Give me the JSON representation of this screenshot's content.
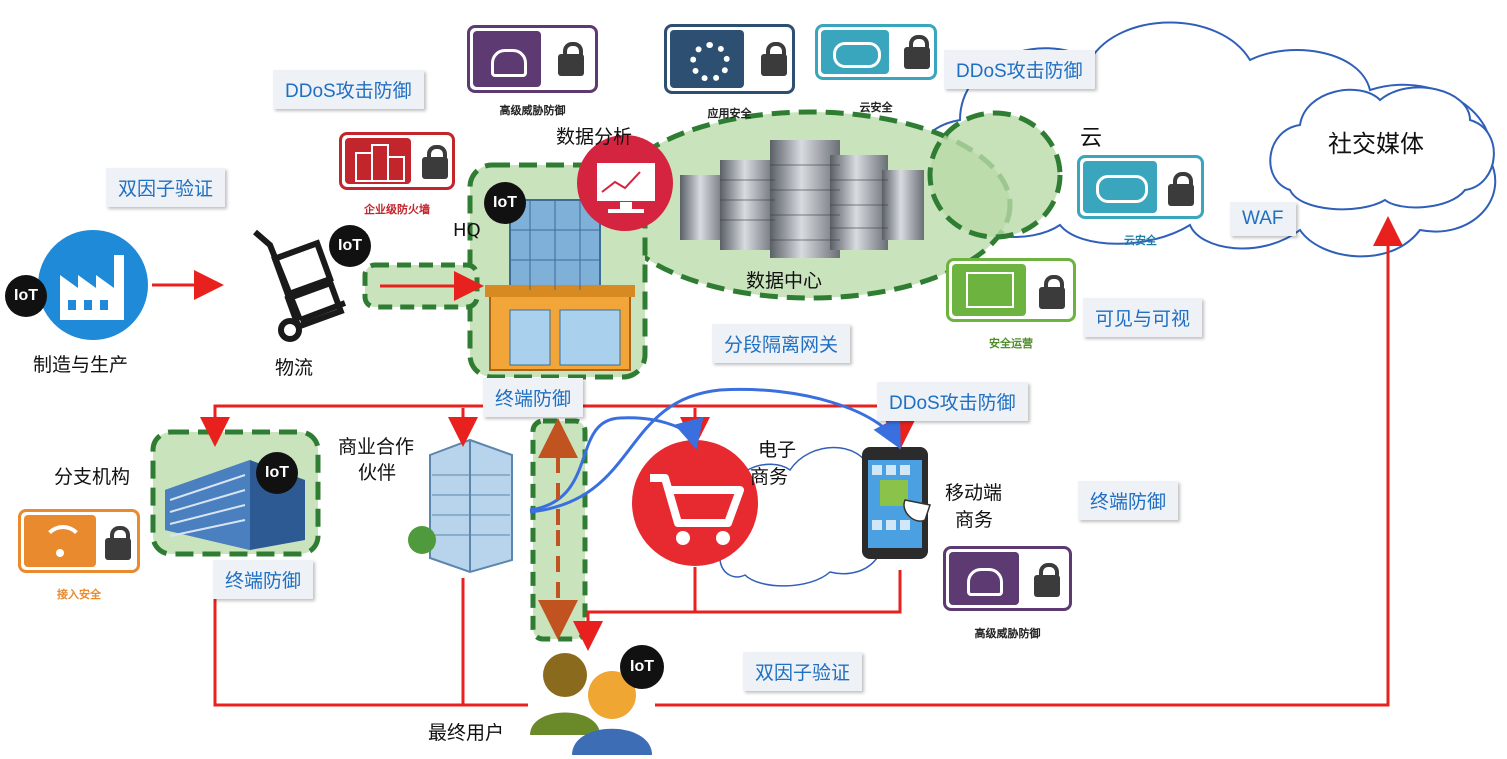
{
  "nodes": {
    "manufacturing": "制造与生产",
    "logistics": "物流",
    "hq": "HQ",
    "data_analysis": "数据分析",
    "data_center": "数据中心",
    "cloud": "云",
    "social_media": "社交媒体",
    "branch": "分支机构",
    "partner_line1": "商业合作",
    "partner_line2": "伙伴",
    "ecommerce_line1": "电子",
    "ecommerce_line2": "商务",
    "mobile_line1": "移动端",
    "mobile_line2": "商务",
    "end_user": "最终用户",
    "iot": "IoT"
  },
  "callouts": {
    "ddos_top": "DDoS攻击防御",
    "ddos_cloud": "DDoS攻击防御",
    "ddos_mobile": "DDoS攻击防御",
    "two_factor_top": "双因子验证",
    "two_factor_bottom": "双因子验证",
    "waf": "WAF",
    "visibility": "可见与可视",
    "segmentation": "分段隔离网关",
    "endpoint_hq": "终端防御",
    "endpoint_branch": "终端防御",
    "endpoint_mobile": "终端防御"
  },
  "tiles": {
    "advanced_threat_top": "高级威胁防御",
    "app_security": "应用安全",
    "cloud_security_top": "云安全",
    "enterprise_firewall": "企业级防火墙",
    "cloud_security_right": "云安全",
    "security_ops": "安全运营",
    "access_security": "接入安全",
    "advanced_threat_bottom": "高级威胁防御"
  },
  "colors": {
    "arrow_red": "#e8211f",
    "link_blue": "#3a6fe0",
    "zone_green": "#2f7d32",
    "zone_fill": "#c9e3bd",
    "callout_text": "#1f6fc2",
    "threat_tile": "#5e3a72",
    "app_tile": "#2d4f72",
    "cloud_tile": "#3aa6bd",
    "firewall_tile": "#c2252c",
    "secops_tile": "#6cb33f",
    "access_tile": "#ea8a2e"
  }
}
